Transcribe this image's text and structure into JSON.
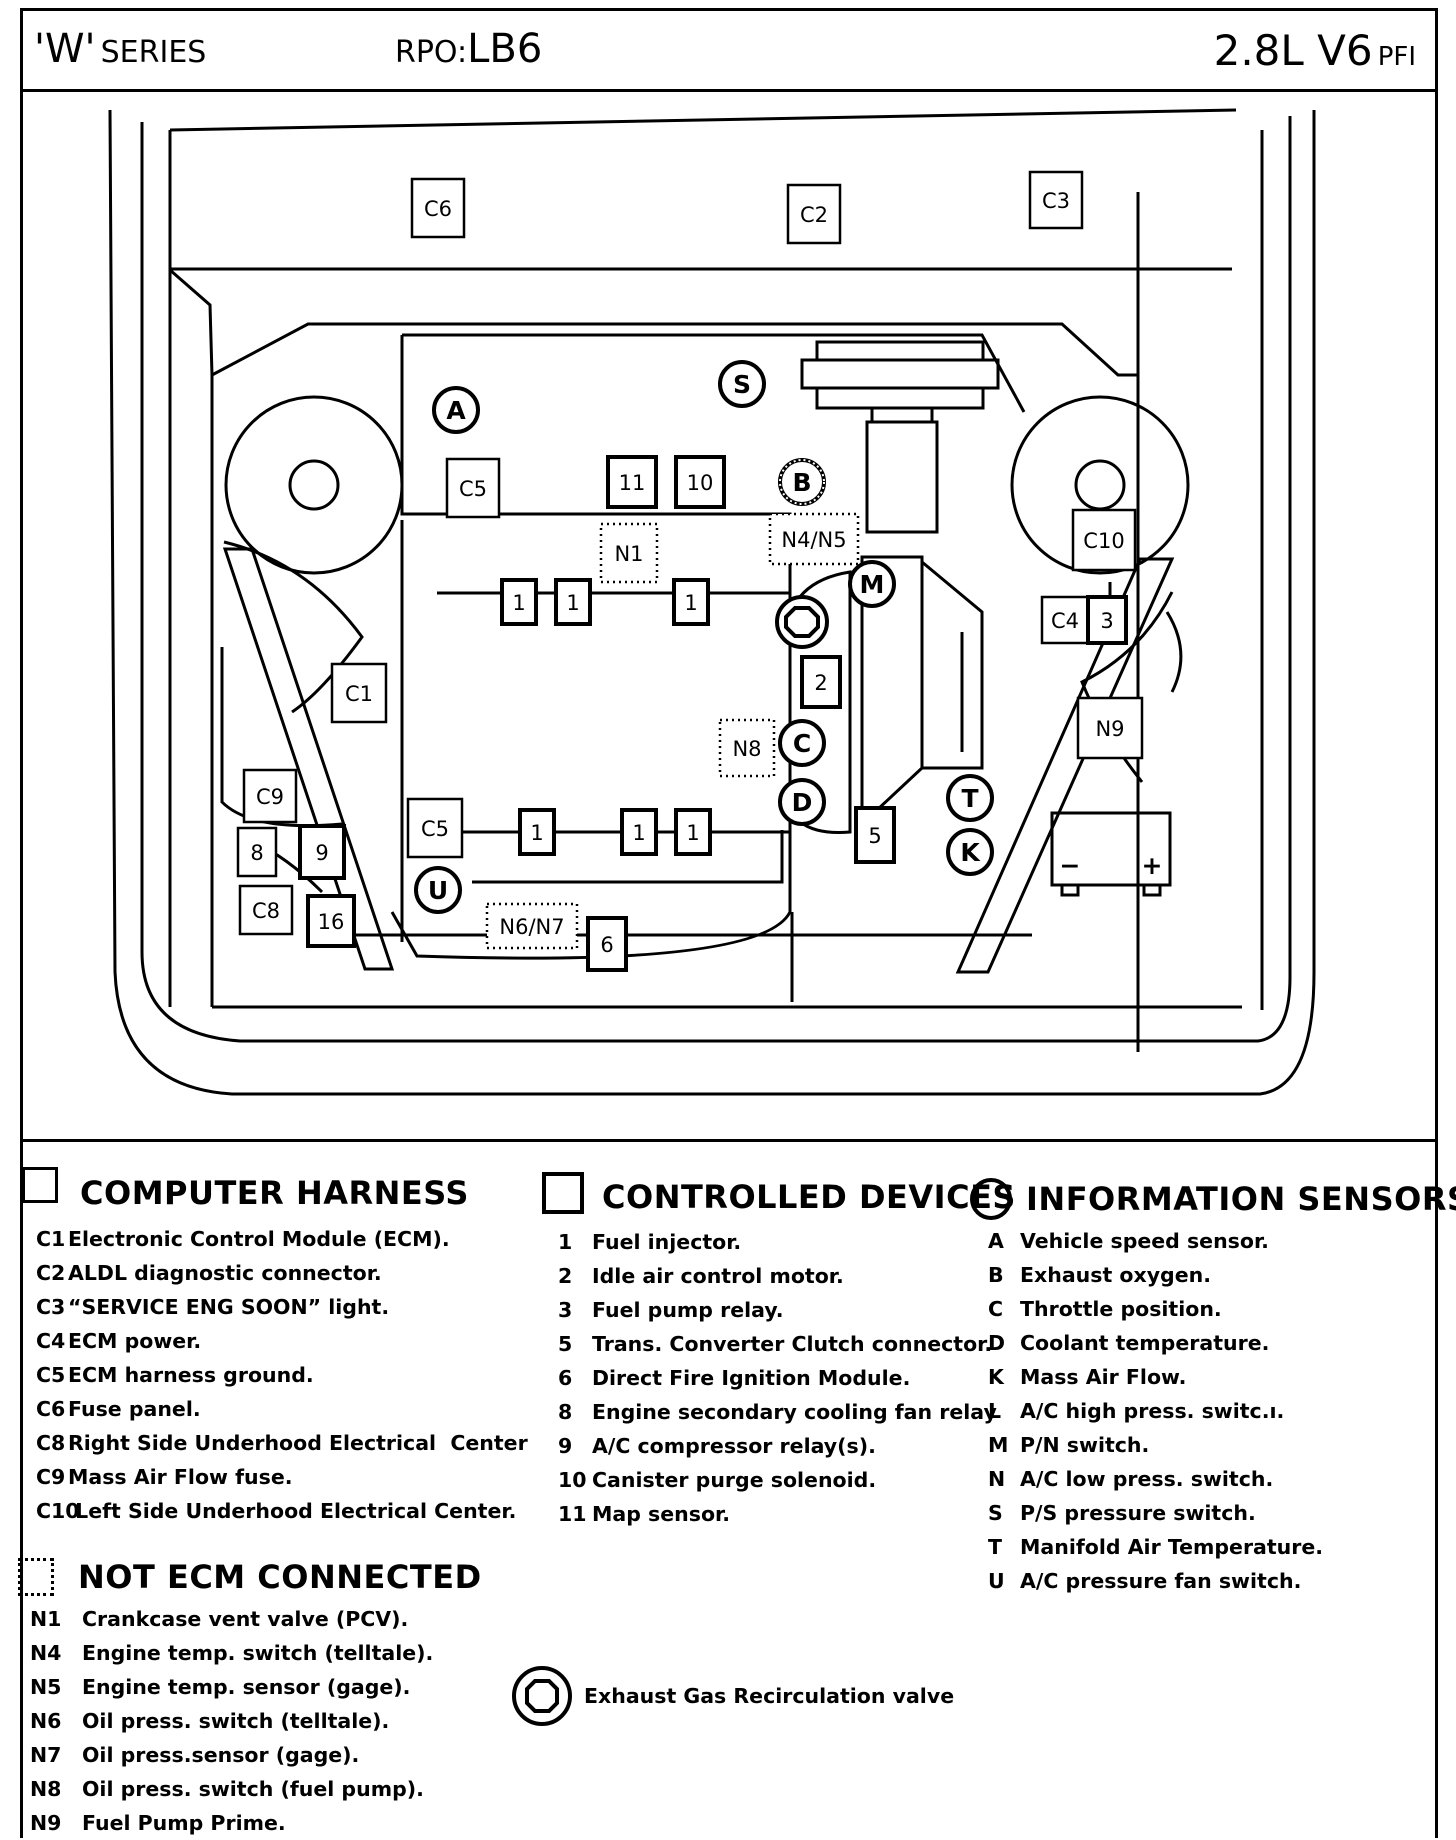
{
  "header": {
    "series_big": "'W'",
    "series_small": "SERIES",
    "rpo_small": "RPO:",
    "rpo_big": "LB6",
    "engine_big": "2.8L V6",
    "engine_small": "PFI"
  },
  "diagram": {
    "labels": {
      "C1": "C1",
      "C2": "C2",
      "C3": "C3",
      "C4": "C4",
      "C5a": "C5",
      "C5b": "C5",
      "C6": "C6",
      "C8": "C8",
      "C9": "C9",
      "C10": "C10",
      "d1a": "1",
      "d1b": "1",
      "d1c": "1",
      "d1d": "1",
      "d1e": "1",
      "d1f": "1",
      "d2": "2",
      "d3": "3",
      "d5": "5",
      "d6": "6",
      "d8": "8",
      "d9": "9",
      "d10": "10",
      "d11": "11",
      "d16": "16",
      "A": "A",
      "B": "B",
      "C": "C",
      "D": "D",
      "K": "K",
      "M": "M",
      "S": "S",
      "T": "T",
      "U": "U",
      "N1": "N1",
      "N45": "N4/N5",
      "N67": "N6/N7",
      "N8": "N8",
      "N9": "N9",
      "batt_minus": "−",
      "batt_plus": "+"
    }
  },
  "legend": {
    "harness": {
      "title": "COMPUTER HARNESS",
      "items": [
        {
          "code": "C1",
          "text": "Electronic Control Module (ECM)."
        },
        {
          "code": "C2",
          "text": "ALDL diagnostic connector."
        },
        {
          "code": "C3",
          "text": "“SERVICE ENG SOON” light."
        },
        {
          "code": "C4",
          "text": "ECM power."
        },
        {
          "code": "C5",
          "text": "ECM harness ground."
        },
        {
          "code": "C6",
          "text": "Fuse panel."
        },
        {
          "code": "C8",
          "text": "Right Side Underhood Electrical  Center"
        },
        {
          "code": "C9",
          "text": "Mass Air Flow fuse."
        },
        {
          "code": "C10",
          "text": " Left Side Underhood Electrical Center."
        }
      ]
    },
    "devices": {
      "title": "CONTROLLED DEVICES",
      "items": [
        {
          "code": "1",
          "text": "Fuel injector."
        },
        {
          "code": "2",
          "text": "Idle air control motor."
        },
        {
          "code": "3",
          "text": "Fuel pump relay."
        },
        {
          "code": "5",
          "text": "Trans. Converter Clutch connector."
        },
        {
          "code": "6",
          "text": "Direct Fire Ignition Module."
        },
        {
          "code": "8",
          "text": "Engine secondary cooling fan relay"
        },
        {
          "code": "9",
          "text": "A/C compressor relay(s)."
        },
        {
          "code": "10",
          "text": "Canister purge solenoid."
        },
        {
          "code": "11",
          "text": "Map sensor."
        }
      ]
    },
    "sensors": {
      "title": "INFORMATION SENSORS",
      "items": [
        {
          "code": "A",
          "text": "Vehicle speed sensor."
        },
        {
          "code": "B",
          "text": "Exhaust oxygen."
        },
        {
          "code": "C",
          "text": "Throttle position."
        },
        {
          "code": "D",
          "text": "Coolant temperature."
        },
        {
          "code": "K",
          "text": "Mass Air Flow."
        },
        {
          "code": "L",
          "text": "A/C high press. switc.ı."
        },
        {
          "code": "M",
          "text": "P/N switch."
        },
        {
          "code": "N",
          "text": "A/C low press. switch."
        },
        {
          "code": "S",
          "text": "P/S pressure switch."
        },
        {
          "code": "T",
          "text": "Manifold Air Temperature."
        },
        {
          "code": "U",
          "text": "A/C pressure fan switch."
        }
      ]
    },
    "not_ecm": {
      "title": "NOT ECM CONNECTED",
      "items": [
        {
          "code": "N1",
          "text": "Crankcase vent valve (PCV)."
        },
        {
          "code": "N4",
          "text": "Engine temp. switch (telltale)."
        },
        {
          "code": "N5",
          "text": "Engine temp. sensor (gage)."
        },
        {
          "code": "N6",
          "text": "Oil press. switch (telltale)."
        },
        {
          "code": "N7",
          "text": "Oil press.sensor (gage)."
        },
        {
          "code": "N8",
          "text": "Oil press. switch (fuel pump)."
        },
        {
          "code": "N9",
          "text": "Fuel Pump Prime."
        }
      ]
    },
    "egr": {
      "text": "Exhaust Gas Recirculation valve"
    }
  }
}
